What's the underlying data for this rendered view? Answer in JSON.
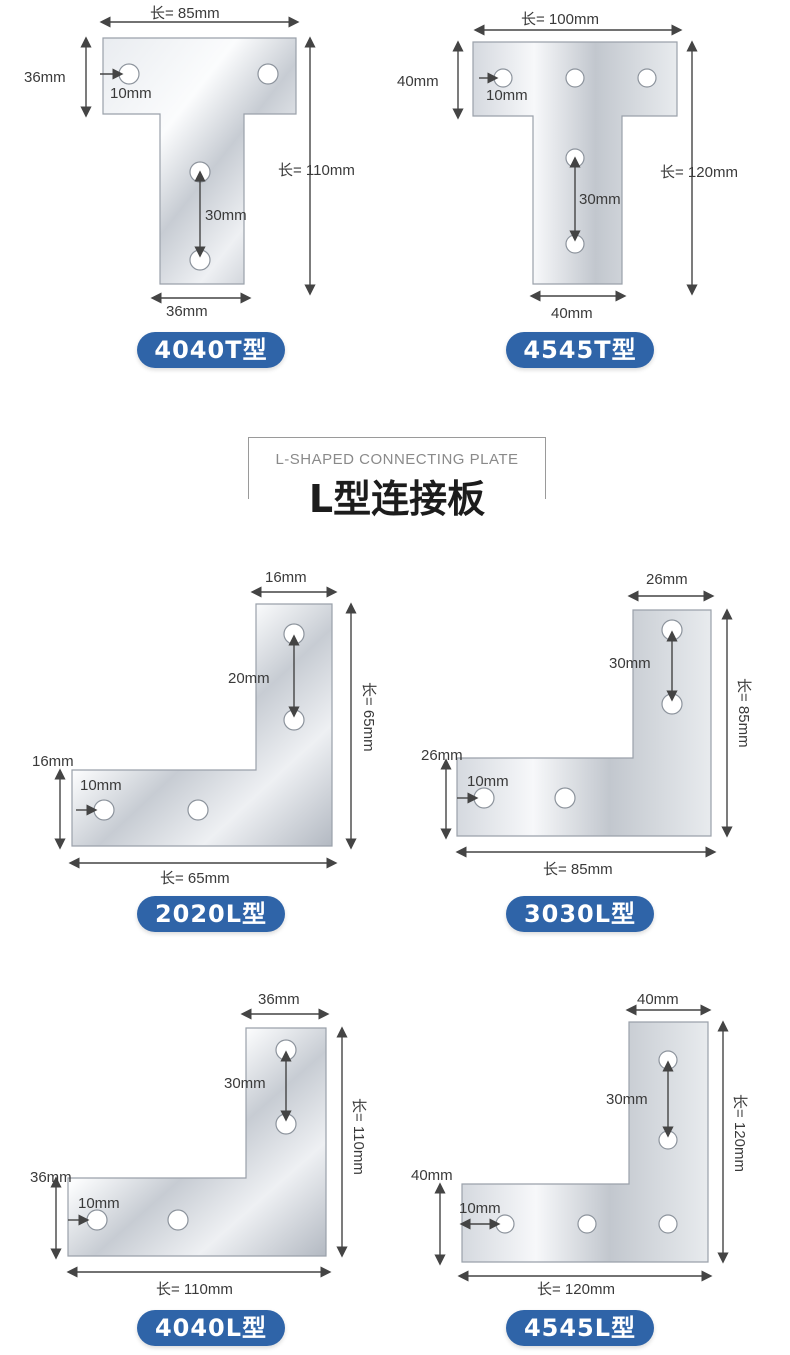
{
  "section": {
    "subtitle": "L-SHAPED CONNECTING PLATE",
    "title": "L型连接板"
  },
  "colors": {
    "badge_bg": "#2f64a8",
    "badge_text": "#ffffff",
    "plate_light": "#f2f4f7",
    "plate_dark": "#aeb4bd",
    "dimension_line": "#444444"
  },
  "products": {
    "t4040": {
      "label": "4040T型",
      "width": "长= 85mm",
      "height": "长= 110mm",
      "arm": "36mm",
      "hole": "10mm",
      "spacing": "30mm",
      "stem": "36mm"
    },
    "t4545": {
      "label": "4545T型",
      "width": "长= 100mm",
      "height": "长= 120mm",
      "arm": "40mm",
      "hole": "10mm",
      "spacing": "30mm",
      "stem": "40mm"
    },
    "l2020": {
      "label": "2020L型",
      "top": "16mm",
      "height": "长= 65mm",
      "spacing": "20mm",
      "arm": "16mm",
      "hole": "10mm",
      "width": "长= 65mm"
    },
    "l3030": {
      "label": "3030L型",
      "top": "26mm",
      "height": "长= 85mm",
      "spacing": "30mm",
      "arm": "26mm",
      "hole": "10mm",
      "width": "长= 85mm"
    },
    "l4040": {
      "label": "4040L型",
      "top": "36mm",
      "height": "长= 110mm",
      "spacing": "30mm",
      "arm": "36mm",
      "hole": "10mm",
      "width": "长= 110mm"
    },
    "l4545": {
      "label": "4545L型",
      "top": "40mm",
      "height": "长= 120mm",
      "spacing": "30mm",
      "arm": "40mm",
      "hole": "10mm",
      "width": "长= 120mm"
    }
  }
}
